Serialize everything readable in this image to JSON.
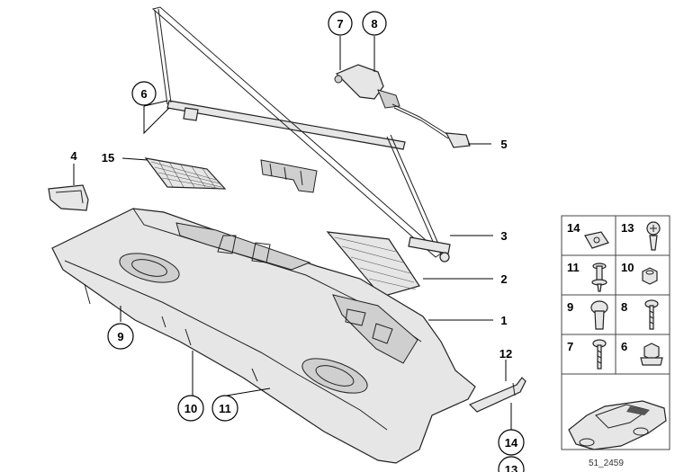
{
  "callouts": {
    "c1": "1",
    "c2": "2",
    "c3": "3",
    "c4": "4",
    "c5": "5",
    "c6": "6",
    "c7": "7",
    "c8": "8",
    "c9": "9",
    "c10": "10",
    "c11": "11",
    "c12": "12",
    "c13": "13",
    "c14": "14",
    "c15": "15"
  },
  "legend": {
    "cells": [
      {
        "num": "14",
        "icon": "clip-nut-icon"
      },
      {
        "num": "13",
        "icon": "expanding-rivet-icon"
      },
      {
        "num": "11",
        "icon": "push-rivet-icon"
      },
      {
        "num": "10",
        "icon": "hex-nut-icon"
      },
      {
        "num": "9",
        "icon": "round-head-rivet-icon"
      },
      {
        "num": "8",
        "icon": "torx-screw-icon"
      },
      {
        "num": "7",
        "icon": "countersunk-screw-icon"
      },
      {
        "num": "6",
        "icon": "collar-nut-icon"
      }
    ],
    "car_icon": "car-outline-icon"
  },
  "diagram_id": "51_2459"
}
